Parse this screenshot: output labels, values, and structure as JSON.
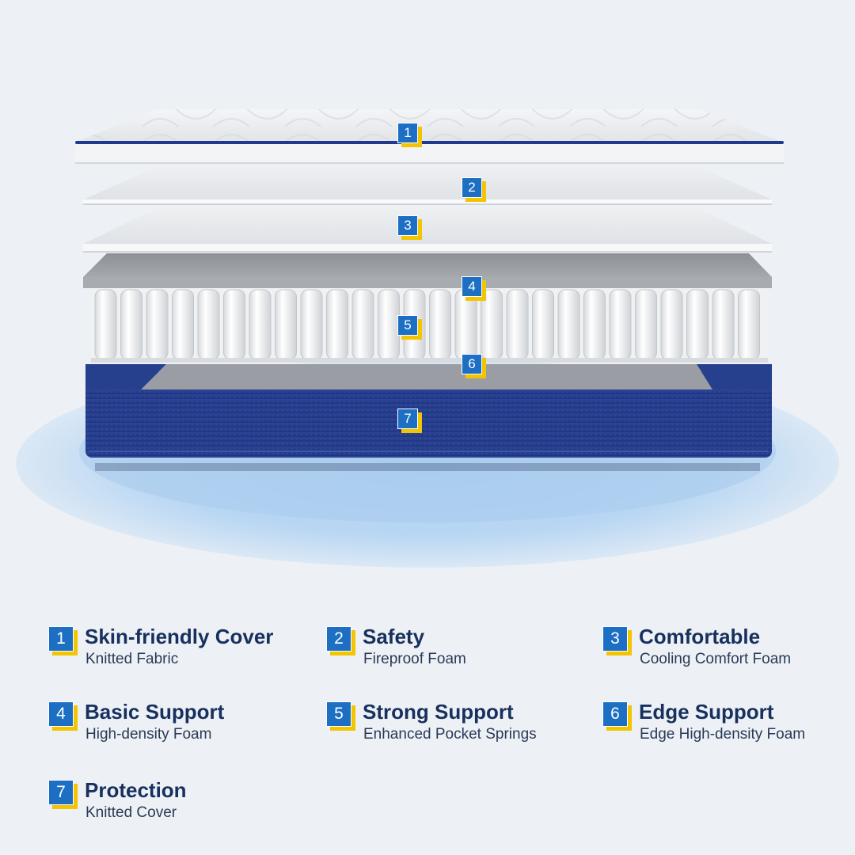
{
  "colors": {
    "background": "#edf1f6",
    "badge_blue": "#1d6fc4",
    "badge_yellow": "#f2c500",
    "base_navy": "#233a8f",
    "title_text": "#17305e"
  },
  "diagram_markers": [
    "1",
    "2",
    "3",
    "4",
    "5",
    "6",
    "7"
  ],
  "legend": [
    {
      "number": "1",
      "title": "Skin-friendly Cover",
      "subtitle": "Knitted Fabric"
    },
    {
      "number": "2",
      "title": "Safety",
      "subtitle": "Fireproof Foam"
    },
    {
      "number": "3",
      "title": "Comfortable",
      "subtitle": "Cooling Comfort Foam"
    },
    {
      "number": "4",
      "title": "Basic Support",
      "subtitle": "High-density Foam"
    },
    {
      "number": "5",
      "title": "Strong Support",
      "subtitle": "Enhanced Pocket Springs"
    },
    {
      "number": "6",
      "title": "Edge Support",
      "subtitle": "Edge High-density Foam"
    },
    {
      "number": "7",
      "title": "Protection",
      "subtitle": "Knitted Cover"
    }
  ]
}
